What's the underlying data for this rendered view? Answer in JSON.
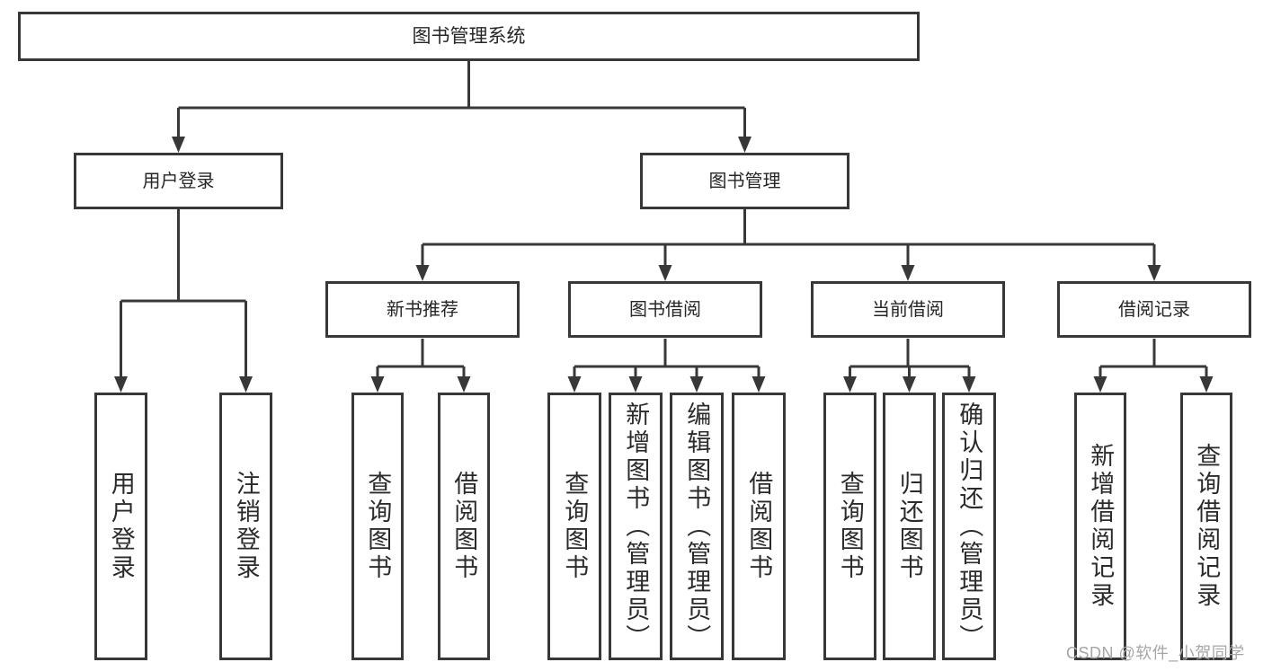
{
  "tree": {
    "root": {
      "label": "图书管理系统"
    },
    "children": [
      {
        "label": "用户登录",
        "children": [
          {
            "label": "用户登录"
          },
          {
            "label": "注销登录"
          }
        ]
      },
      {
        "label": "图书管理",
        "children": [
          {
            "label": "新书推荐",
            "children": [
              {
                "label": "查询图书"
              },
              {
                "label": "借阅图书"
              }
            ]
          },
          {
            "label": "图书借阅",
            "children": [
              {
                "label": "查询图书"
              },
              {
                "label": "新增图书（管理员）"
              },
              {
                "label": "编辑图书（管理员）"
              },
              {
                "label": "借阅图书"
              }
            ]
          },
          {
            "label": "当前借阅",
            "children": [
              {
                "label": "查询图书"
              },
              {
                "label": "归还图书"
              },
              {
                "label": "确认归还（管理员）"
              }
            ]
          },
          {
            "label": "借阅记录",
            "children": [
              {
                "label": "新增借阅记录"
              },
              {
                "label": "查询借阅记录"
              }
            ]
          }
        ]
      }
    ]
  },
  "watermark": "CSDN @软件_小贺同学",
  "colors": {
    "line": "#383838"
  }
}
